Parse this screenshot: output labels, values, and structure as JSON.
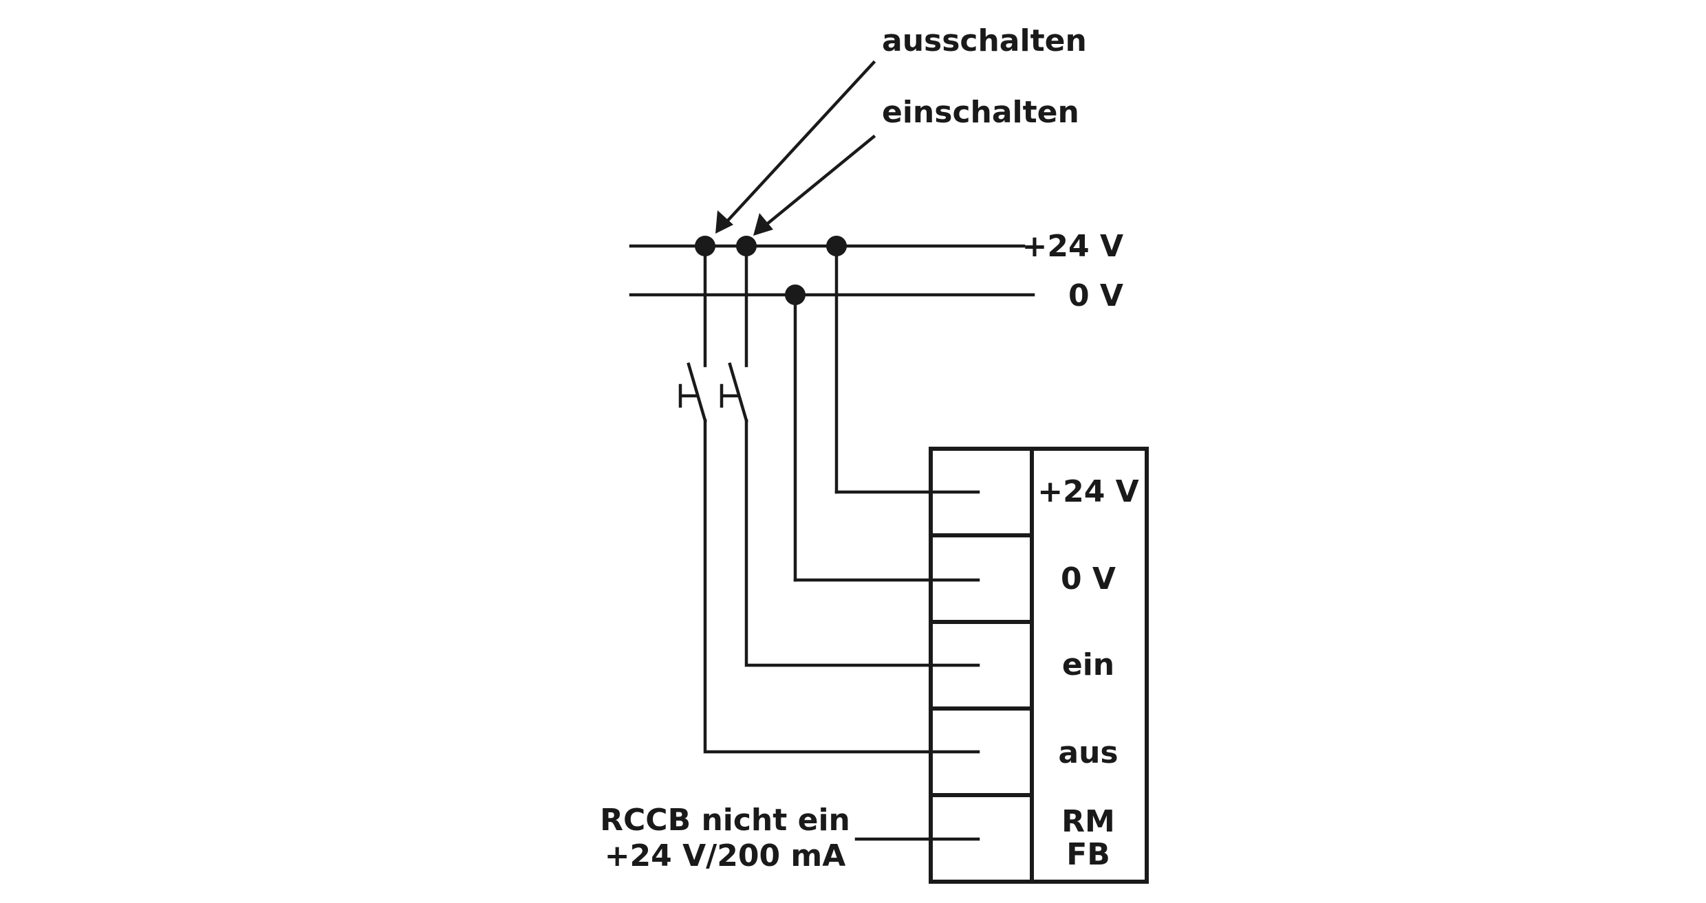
{
  "annotations": {
    "off": "ausschalten",
    "on": "einschalten"
  },
  "bus": {
    "plus": "+24 V",
    "zero": "0 V"
  },
  "terminal_block": {
    "rows": [
      {
        "label": "+24 V"
      },
      {
        "label": "0 V"
      },
      {
        "label": "ein"
      },
      {
        "label": "aus"
      },
      {
        "label_line1": "RM",
        "label_line2": "FB"
      }
    ]
  },
  "signal_note": {
    "line1": "RCCB nicht ein",
    "line2": "+24 V/200 mA"
  },
  "colors": {
    "ink": "#1a1a1a",
    "background": "#ffffff"
  }
}
